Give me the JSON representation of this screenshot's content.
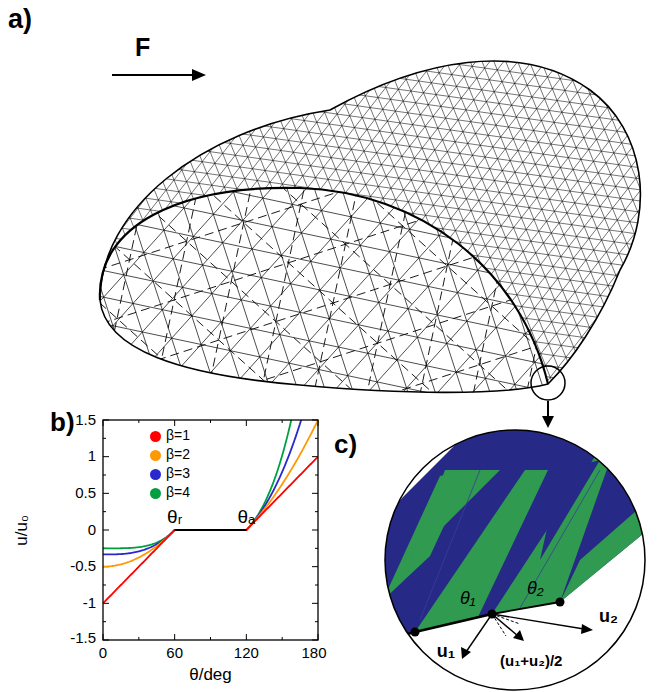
{
  "diagram": {
    "labels": [
      "a)",
      "F",
      "b)",
      "c)",
      "1.5",
      "1",
      "0.5",
      "0",
      "-0.5",
      "-1",
      "-1.5",
      "0",
      "60",
      "120",
      "180",
      "u/u₀",
      "θ/deg",
      "θᵣ",
      "θₐ",
      "θ₁",
      "θ₂",
      "u₁",
      "u₂",
      "(u₁+u₂)/2"
    ],
    "legend": [
      {
        "text": "β=1",
        "color": "#ff0000"
      },
      {
        "text": "β=2",
        "color": "#ff9900"
      },
      {
        "text": "β=3",
        "color": "#2a2acc"
      },
      {
        "text": "β=4",
        "color": "#00a040"
      }
    ]
  }
}
